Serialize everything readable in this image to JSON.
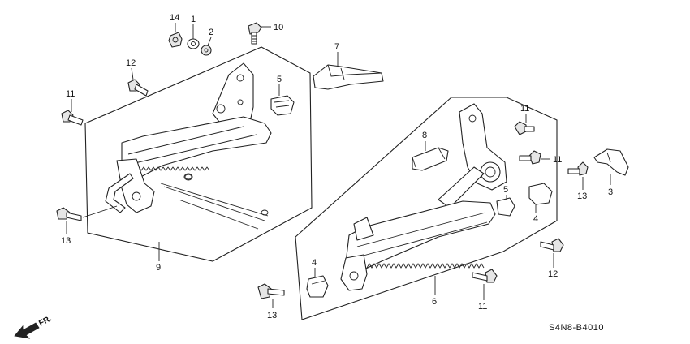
{
  "diagram": {
    "code": "S4N8-B4010",
    "direction_label": "FR.",
    "callouts": [
      {
        "id": "c14",
        "label": "14"
      },
      {
        "id": "c1",
        "label": "1"
      },
      {
        "id": "c2",
        "label": "2"
      },
      {
        "id": "c10",
        "label": "10"
      },
      {
        "id": "c7",
        "label": "7"
      },
      {
        "id": "c12a",
        "label": "12"
      },
      {
        "id": "c5a",
        "label": "5"
      },
      {
        "id": "c11a",
        "label": "11"
      },
      {
        "id": "c13a",
        "label": "13"
      },
      {
        "id": "c9",
        "label": "9"
      },
      {
        "id": "c8",
        "label": "8"
      },
      {
        "id": "c11b",
        "label": "11"
      },
      {
        "id": "c11c",
        "label": "11"
      },
      {
        "id": "c13b",
        "label": "13"
      },
      {
        "id": "c3",
        "label": "3"
      },
      {
        "id": "c5b",
        "label": "5"
      },
      {
        "id": "c4a",
        "label": "4"
      },
      {
        "id": "c12b",
        "label": "12"
      },
      {
        "id": "c4b",
        "label": "4"
      },
      {
        "id": "c6",
        "label": "6"
      },
      {
        "id": "c13c",
        "label": "13"
      },
      {
        "id": "c11d",
        "label": "11"
      }
    ]
  }
}
